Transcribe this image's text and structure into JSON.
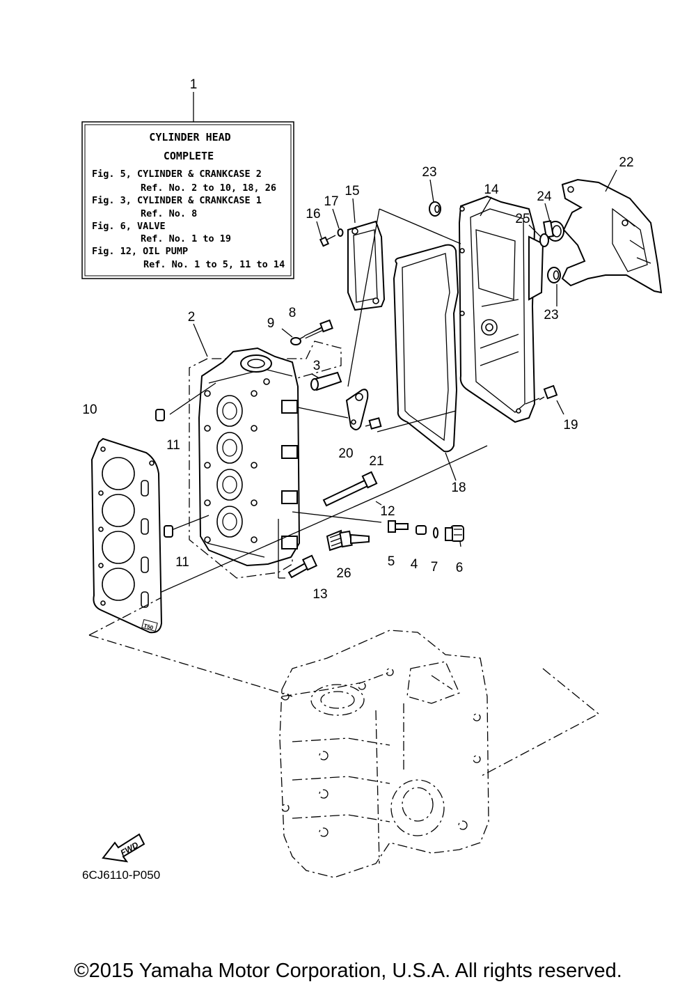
{
  "info_box": {
    "title_line1": "CYLINDER HEAD",
    "title_line2": "COMPLETE",
    "lines": [
      "Fig. 5, CYLINDER & CRANKCASE 2",
      "Ref. No. 2 to 10, 18, 26",
      "Fig. 3, CYLINDER & CRANKCASE 1",
      "Ref. No. 8",
      "Fig. 6, VALVE",
      "Ref. No. 1 to 19",
      "Fig. 12, OIL PUMP",
      "Ref. No. 1 to 5, 11 to 14"
    ]
  },
  "callouts": {
    "c1": "1",
    "c2": "2",
    "c3": "3",
    "c4": "4",
    "c5": "5",
    "c6": "6",
    "c7": "7",
    "c8": "8",
    "c9": "9",
    "c10": "10",
    "c11a": "11",
    "c11b": "11",
    "c12": "12",
    "c13": "13",
    "c14": "14",
    "c15": "15",
    "c16": "16",
    "c17": "17",
    "c18": "18",
    "c19": "19",
    "c20": "20",
    "c21": "21",
    "c22": "22",
    "c23a": "23",
    "c23b": "23",
    "c24": "24",
    "c25": "25",
    "c26": "26"
  },
  "fwd_label": "FWD",
  "gasket_mark": "T50",
  "diagram_code": "6CJ6110-P050",
  "copyright": "©2015 Yamaha Motor Corporation, U.S.A. All rights reserved."
}
